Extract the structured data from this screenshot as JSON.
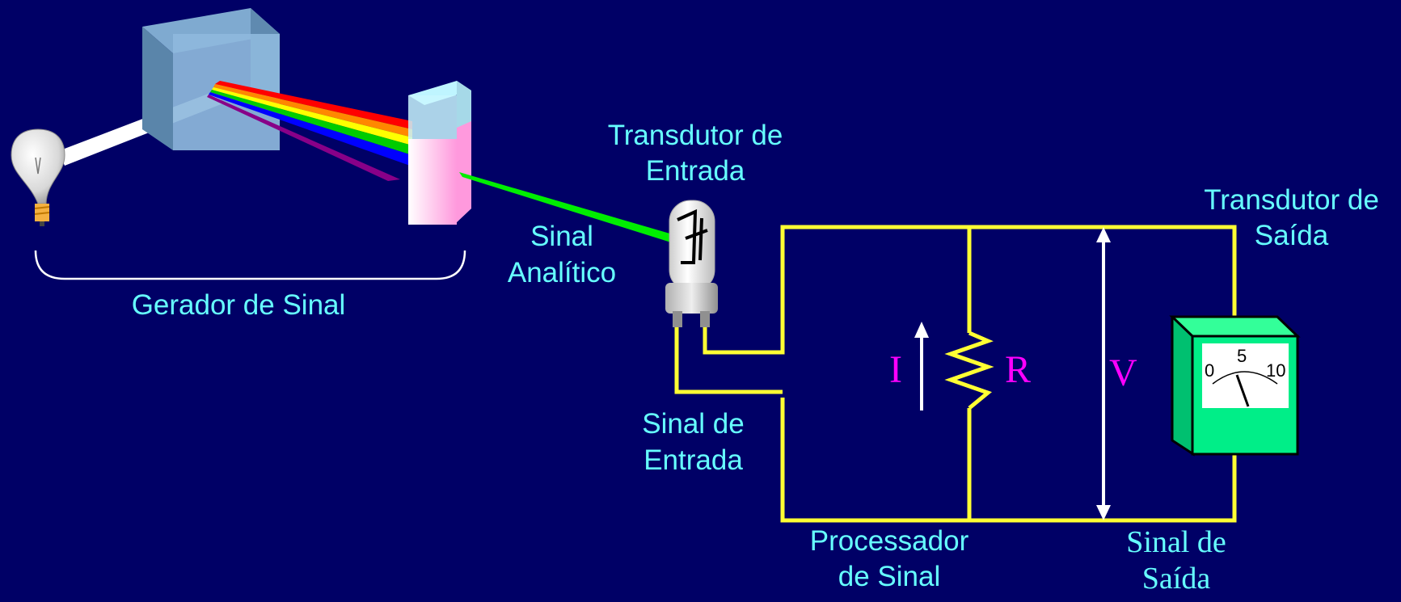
{
  "labels": {
    "signal_generator": "Gerador de Sinal",
    "input_transducer": [
      "Transdutor de",
      "Entrada"
    ],
    "analytical_signal": [
      "Sinal",
      "Analítico"
    ],
    "input_signal": [
      "Sinal de",
      "Entrada"
    ],
    "signal_processor": [
      "Processador",
      "de Sinal"
    ],
    "output_transducer": [
      "Transdutor de",
      "Saída"
    ],
    "output_signal": [
      "Sinal de",
      "Saída"
    ]
  },
  "circuit": {
    "current": "I",
    "resistance": "R",
    "voltage": "V"
  },
  "meter": {
    "scale": [
      "0",
      "5",
      "10"
    ]
  },
  "colors": {
    "background": "#000066",
    "label": "#66ffff",
    "symbol": "#ff00ff",
    "wire": "#ffff33",
    "arrow": "#ffffff",
    "meter_body": "#00ee88",
    "analytical_beam": "#00ff00",
    "spectrum": [
      "#ff0000",
      "#ff8800",
      "#ffff00",
      "#00cc00",
      "#0000ff",
      "#880088"
    ]
  },
  "icons": [
    "light-bulb-icon",
    "prism-icon",
    "sample-cell-icon",
    "phototube-icon",
    "meter-icon",
    "resistor-icon"
  ]
}
